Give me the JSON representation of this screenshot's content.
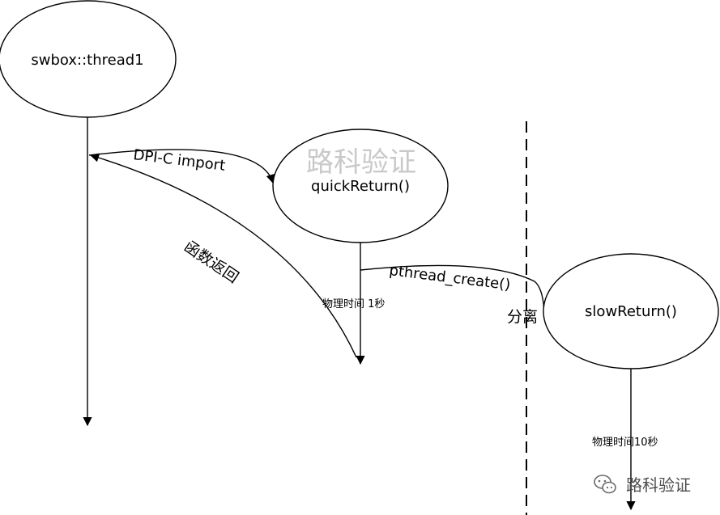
{
  "nodes": {
    "thread1": "swbox::thread1",
    "quick_return": "quickReturn()",
    "slow_return": "slowReturn()"
  },
  "edges": {
    "dpi_import": "DPI-C import",
    "func_return": "函数返回",
    "pthread_create": "pthread_create()",
    "detach": "分离"
  },
  "durations": {
    "quick": "物理时间 1秒",
    "slow": "物理时间10秒"
  },
  "watermark": "路科验证",
  "brand": {
    "name": "路科验证",
    "icon": "wechat-icon"
  },
  "colors": {
    "line": "#000000",
    "watermark": "#c9c9c9",
    "brand": "#4d4d4d"
  }
}
